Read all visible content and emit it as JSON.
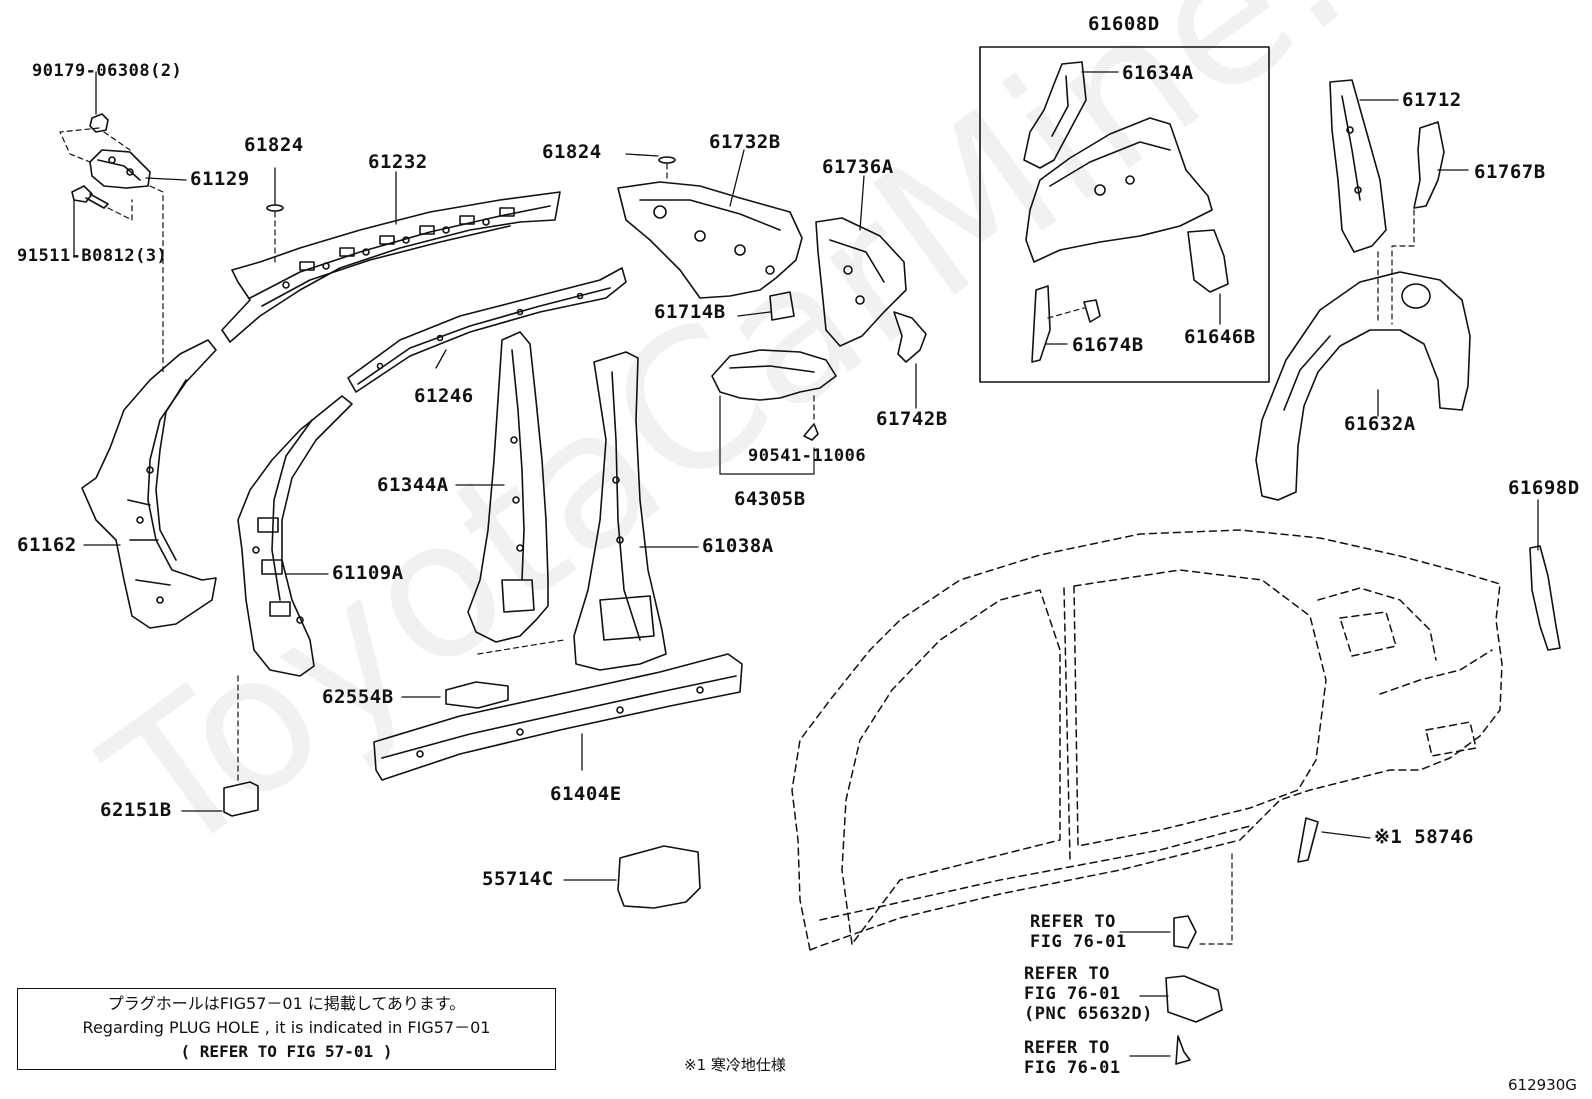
{
  "part_labels": {
    "p90179": "90179-06308(2)",
    "p61129": "61129",
    "p91511": "91511-B0812(3)",
    "p61824a": "61824",
    "p61232": "61232",
    "p61824b": "61824",
    "p61732b": "61732B",
    "p61736a": "61736A",
    "p61608d": "61608D",
    "p61634a": "61634A",
    "p61712": "61712",
    "p61767b": "61767B",
    "p61714b": "61714B",
    "p61674b": "61674B",
    "p61646b": "61646B",
    "p61246": "61246",
    "p61742b": "61742B",
    "p61632a": "61632A",
    "p90541": "90541-11006",
    "p64305b": "64305B",
    "p61344a": "61344A",
    "p61162": "61162",
    "p61109a": "61109A",
    "p61038a": "61038A",
    "p61698d": "61698D",
    "p62554b": "62554B",
    "p61404e": "61404E",
    "p62151b": "62151B",
    "p58746": "※1 58746",
    "p55714c": "55714C"
  },
  "refs": {
    "ref1_line1": "REFER TO",
    "ref1_line2": "FIG 76-01",
    "ref2_line1": "REFER TO",
    "ref2_line2": "FIG 76-01",
    "ref2_line3": "(PNC 65632D)",
    "ref3_line1": "REFER TO",
    "ref3_line2": "FIG 76-01"
  },
  "note": {
    "line1": "プラグホールはFIG57－01 に掲載してあります。",
    "line2": "Regarding PLUG HOLE , it is indicated in FIG57－01",
    "line3": "(    REFER TO FIG 57-01  )"
  },
  "footnote": "※1  寒冷地仕様",
  "figure_id": "612930G",
  "watermark": "ToyotaCarMine.ru"
}
